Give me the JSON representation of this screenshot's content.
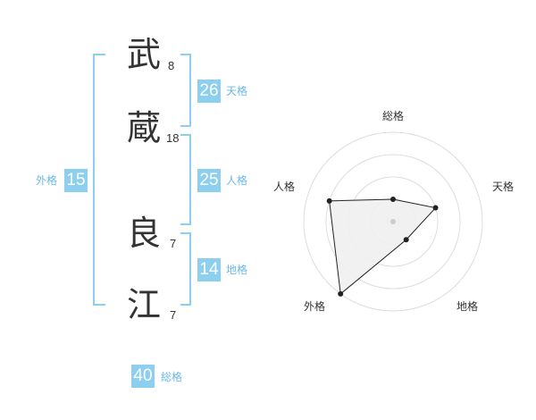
{
  "name_chars": [
    {
      "char": "武",
      "strokes": "8"
    },
    {
      "char": "蔵",
      "strokes": "18"
    },
    {
      "char": "良",
      "strokes": "7"
    },
    {
      "char": "江",
      "strokes": "7"
    }
  ],
  "fortune": {
    "tenkaku": {
      "label": "天格",
      "value": "26"
    },
    "jinkaku": {
      "label": "人格",
      "value": "25"
    },
    "chikaku": {
      "label": "地格",
      "value": "14"
    },
    "gaikaku": {
      "label": "外格",
      "value": "15"
    },
    "soukaku": {
      "label": "総格",
      "value": "40"
    }
  },
  "chart_data": {
    "type": "radar",
    "axes": [
      "総格",
      "天格",
      "地格",
      "外格",
      "人格"
    ],
    "values": [
      1,
      2,
      1,
      4,
      3
    ],
    "rmax": 4,
    "rings": 4,
    "colors": {
      "fill": "#f0f0f0",
      "line": "#222222",
      "grid": "#dddddd",
      "accent": "#8ccfef"
    }
  }
}
